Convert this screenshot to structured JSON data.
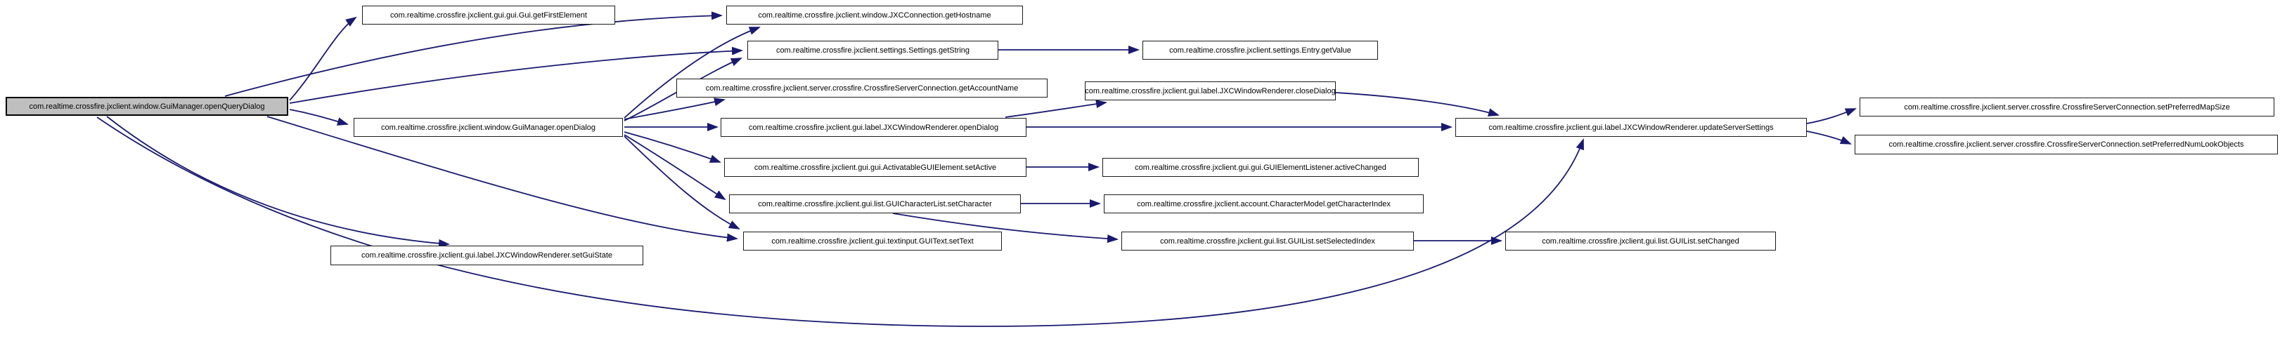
{
  "diagram": {
    "type": "doxygen-call-graph",
    "background_color": "#ffffff",
    "edge_color": "#191970",
    "node_fill": "#ffffff",
    "node_border_color": "#1c1c1c",
    "focus_node_fill": "#bfbfbf"
  },
  "graph": {
    "focus_node": "com.realtime.crossfire.jxclient.window.GuiManager.openQueryDialog",
    "nodes": [
      {
        "id": "openQueryDialog",
        "label": "com.realtime.crossfire.jxclient.window.GuiManager.openQueryDialog"
      },
      {
        "id": "getFirstElement",
        "label": "com.realtime.crossfire.jxclient.gui.gui.Gui.getFirstElement"
      },
      {
        "id": "getHostname",
        "label": "com.realtime.crossfire.jxclient.window.JXCConnection.getHostname"
      },
      {
        "id": "getString",
        "label": "com.realtime.crossfire.jxclient.settings.Settings.getString"
      },
      {
        "id": "getValue",
        "label": "com.realtime.crossfire.jxclient.settings.Entry.getValue"
      },
      {
        "id": "getAccountName",
        "label": "com.realtime.crossfire.jxclient.server.crossfire.CrossfireServerConnection.getAccountName"
      },
      {
        "id": "closeDialog",
        "label": "com.realtime.crossfire.jxclient.gui.label.JXCWindowRenderer.closeDialog"
      },
      {
        "id": "guiManagerOpenDialog",
        "label": "com.realtime.crossfire.jxclient.window.GuiManager.openDialog"
      },
      {
        "id": "rendererOpenDialog",
        "label": "com.realtime.crossfire.jxclient.gui.label.JXCWindowRenderer.openDialog"
      },
      {
        "id": "updateServerSettings",
        "label": "com.realtime.crossfire.jxclient.gui.label.JXCWindowRenderer.updateServerSettings"
      },
      {
        "id": "setPreferredMapSize",
        "label": "com.realtime.crossfire.jxclient.server.crossfire.CrossfireServerConnection.setPreferredMapSize"
      },
      {
        "id": "setPreferredNumLookObjects",
        "label": "com.realtime.crossfire.jxclient.server.crossfire.CrossfireServerConnection.setPreferredNumLookObjects"
      },
      {
        "id": "setActive",
        "label": "com.realtime.crossfire.jxclient.gui.gui.ActivatableGUIElement.setActive"
      },
      {
        "id": "activeChanged",
        "label": "com.realtime.crossfire.jxclient.gui.gui.GUIElementListener.activeChanged"
      },
      {
        "id": "setCharacter",
        "label": "com.realtime.crossfire.jxclient.gui.list.GUICharacterList.setCharacter"
      },
      {
        "id": "getCharacterIndex",
        "label": "com.realtime.crossfire.jxclient.account.CharacterModel.getCharacterIndex"
      },
      {
        "id": "setText",
        "label": "com.realtime.crossfire.jxclient.gui.textinput.GUIText.setText"
      },
      {
        "id": "setSelectedIndex",
        "label": "com.realtime.crossfire.jxclient.gui.list.GUIList.setSelectedIndex"
      },
      {
        "id": "setChanged",
        "label": "com.realtime.crossfire.jxclient.gui.list.GUIList.setChanged"
      },
      {
        "id": "setGuiState",
        "label": "com.realtime.crossfire.jxclient.gui.label.JXCWindowRenderer.setGuiState"
      }
    ],
    "edges": [
      {
        "from": "openQueryDialog",
        "to": "getFirstElement"
      },
      {
        "from": "openQueryDialog",
        "to": "getHostname"
      },
      {
        "from": "openQueryDialog",
        "to": "getString"
      },
      {
        "from": "openQueryDialog",
        "to": "guiManagerOpenDialog"
      },
      {
        "from": "openQueryDialog",
        "to": "setText"
      },
      {
        "from": "openQueryDialog",
        "to": "setGuiState"
      },
      {
        "from": "openQueryDialog",
        "to": "updateServerSettings"
      },
      {
        "from": "guiManagerOpenDialog",
        "to": "getHostname"
      },
      {
        "from": "guiManagerOpenDialog",
        "to": "getString"
      },
      {
        "from": "guiManagerOpenDialog",
        "to": "getAccountName"
      },
      {
        "from": "guiManagerOpenDialog",
        "to": "rendererOpenDialog"
      },
      {
        "from": "guiManagerOpenDialog",
        "to": "setActive"
      },
      {
        "from": "guiManagerOpenDialog",
        "to": "setCharacter"
      },
      {
        "from": "guiManagerOpenDialog",
        "to": "setText"
      },
      {
        "from": "rendererOpenDialog",
        "to": "closeDialog"
      },
      {
        "from": "rendererOpenDialog",
        "to": "updateServerSettings"
      },
      {
        "from": "closeDialog",
        "to": "updateServerSettings"
      },
      {
        "from": "getString",
        "to": "getValue"
      },
      {
        "from": "setActive",
        "to": "activeChanged"
      },
      {
        "from": "setCharacter",
        "to": "getCharacterIndex"
      },
      {
        "from": "setCharacter",
        "to": "setSelectedIndex"
      },
      {
        "from": "setSelectedIndex",
        "to": "setChanged"
      },
      {
        "from": "updateServerSettings",
        "to": "setPreferredMapSize"
      },
      {
        "from": "updateServerSettings",
        "to": "setPreferredNumLookObjects"
      }
    ]
  }
}
